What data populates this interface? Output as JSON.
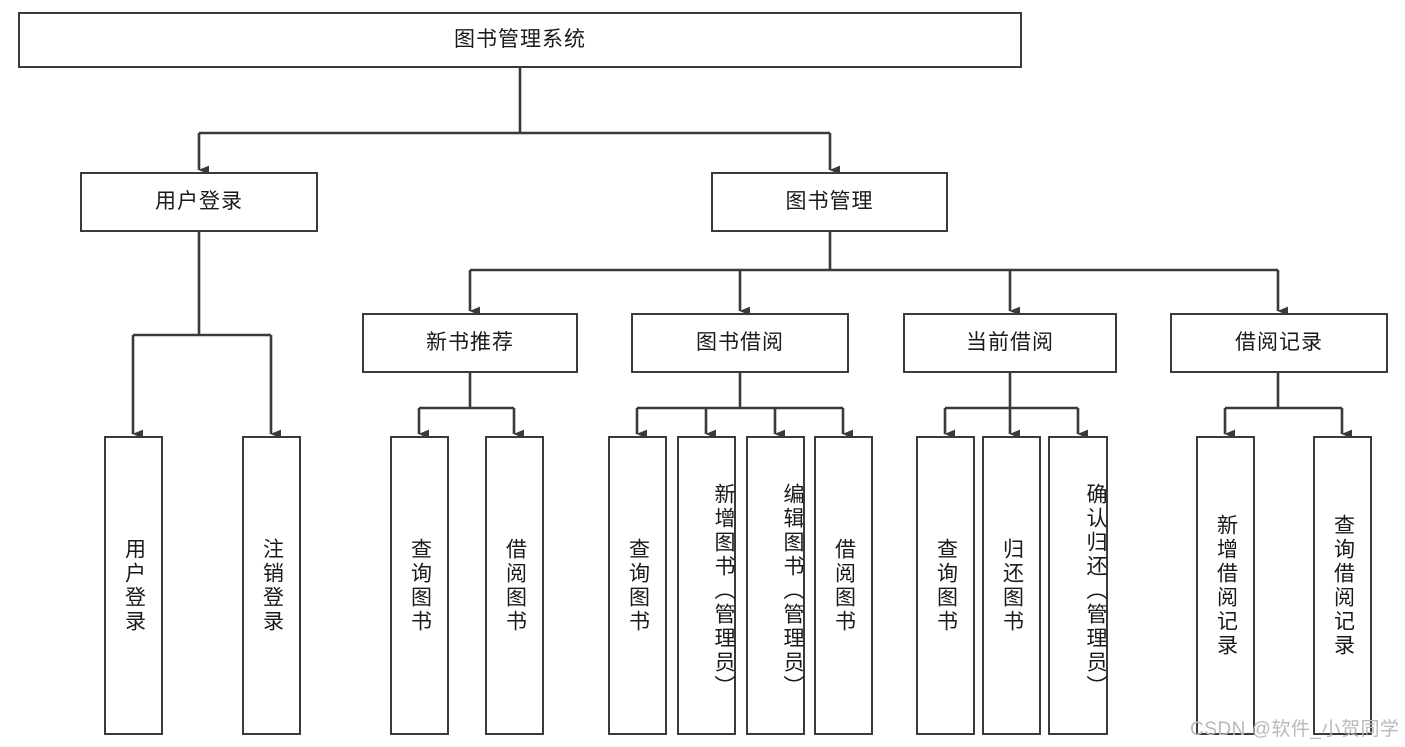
{
  "diagram": {
    "type": "tree-hierarchy-chart",
    "title": "图书管理系统",
    "colors": {
      "box_border": "#3a3a3a",
      "box_fill": "#ffffff",
      "edge": "#3a3a3a",
      "text": "#1a1a1a",
      "watermark": "#b9b9b9",
      "background": "#ffffff"
    },
    "root": {
      "label": "图书管理系统"
    },
    "level2": [
      {
        "label": "用户登录"
      },
      {
        "label": "图书管理"
      }
    ],
    "level3": [
      {
        "label": "新书推荐"
      },
      {
        "label": "图书借阅"
      },
      {
        "label": "当前借阅"
      },
      {
        "label": "借阅记录"
      }
    ],
    "leaves": {
      "user_login": [
        {
          "label": "用户登录"
        },
        {
          "label": "注销登录"
        }
      ],
      "new_book_recommend": [
        {
          "label": "查询图书"
        },
        {
          "label": "借阅图书"
        }
      ],
      "book_borrow": [
        {
          "label": "查询图书"
        },
        {
          "label": "新增图书（管理员）"
        },
        {
          "label": "编辑图书（管理员）"
        },
        {
          "label": "借阅图书"
        }
      ],
      "current_borrow": [
        {
          "label": "查询图书"
        },
        {
          "label": "归还图书"
        },
        {
          "label": "确认归还（管理员）"
        }
      ],
      "borrow_record": [
        {
          "label": "新增借阅记录"
        },
        {
          "label": "查询借阅记录"
        }
      ]
    }
  },
  "watermark": {
    "text": "CSDN @软件_小贺同学"
  }
}
